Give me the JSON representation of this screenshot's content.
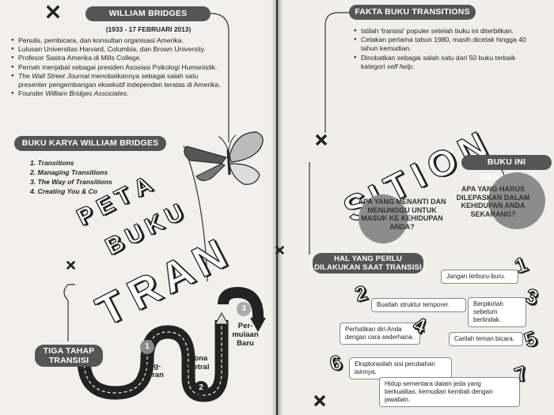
{
  "left": {
    "author_pill": "WILLIAM BRIDGES",
    "author_dates": "(1933 - 17 FEBRUARI 2013)",
    "bio": [
      {
        "pre": "Penulis, pembicara, dan konsultan organisasi Amerika.",
        "em": "",
        "post": ""
      },
      {
        "pre": "Lulusan Universitas Harvard, Columbia, dan Brown University.",
        "em": "",
        "post": ""
      },
      {
        "pre": "Profesor Sastra Amerika di Mills College.",
        "em": "",
        "post": ""
      },
      {
        "pre": "Pernah menjabat sebagai presiden Asosiasi Psikologi Humanistik.",
        "em": "",
        "post": ""
      },
      {
        "pre": "",
        "em": "The Wall Street Journal",
        "post": " menobatkannya sebagai salah satu presenter pengembangan eksekutif independen teratas di Amerika."
      },
      {
        "pre": "Founder ",
        "em": "William Bridges Associates",
        "post": "."
      }
    ],
    "books_pill": "BUKU KARYA WILLIAM BRIDGES",
    "books": [
      "1. Transitions",
      "2. Managing Transitions",
      "3. The Way of Transitions",
      "4. Creating You & Co"
    ],
    "title_word_1": [
      "P",
      "E",
      "T",
      "A"
    ],
    "title_word_2": [
      "B",
      "U",
      "K",
      "U"
    ],
    "title_word_3": [
      "T",
      "R",
      "A",
      "N"
    ],
    "stages_pill_line1": "TIGA TAHAP",
    "stages_pill_line2": "TRANSISI",
    "stages": [
      {
        "num": "1",
        "label_line1": "Peng-",
        "label_line2": "akhiran"
      },
      {
        "num": "2",
        "label_line1": "Zona",
        "label_line2": "Netral"
      },
      {
        "num": "3",
        "label_line1": "Per-",
        "label_line2": "mulaan",
        "label_line3": "Baru"
      }
    ]
  },
  "right": {
    "facts_pill": "FAKTA BUKU TRANSITIONS",
    "facts": [
      {
        "pre": "Istilah 'transisi' populer setelah buku ini diterbitkan.",
        "em": "",
        "post": ""
      },
      {
        "pre": "Cetakan pertama tahun 1980, masih dicetak hingga 40 tahun kemudian.",
        "em": "",
        "post": ""
      },
      {
        "pre": "Dinobatkan sebagai salah satu dari 50 buku terbaik kategori ",
        "em": "self help",
        "post": "."
      }
    ],
    "title_word": [
      "S",
      "I",
      "T",
      "I",
      "O",
      "N"
    ],
    "answers_pill": "BUKU INI MENJAWAB:",
    "question_1": "APA YANG MENANTI DAN MENUNGGU UNTUK MASUK KE KEHIDUPAN ANDA?",
    "question_2": "APA YANG HARUS DILEPASKAN DALAM KEHIDUPAN ANDA SEKARANG?",
    "todo_pill_line1": "HAL YANG PERLU",
    "todo_pill_line2": "DILAKUKAN SAAT TRANSISI",
    "todos": [
      {
        "num": "1",
        "text": "Jangan terburu-buru."
      },
      {
        "num": "2",
        "text": "Buatlah struktur temporer."
      },
      {
        "num": "3",
        "text": "Berpikirlah sebelum bertindak."
      },
      {
        "num": "4",
        "text": "Perhatikan diri Anda dengan cara sederhana."
      },
      {
        "num": "5",
        "text": "Carilah teman bicara."
      },
      {
        "num": "6",
        "text": "Eksplorasilah sisi perubahan lainnya."
      },
      {
        "num": "7",
        "text": "Hidup sementara dalam jeda yang berkualitas, kemudian kembali dengan jawaban."
      }
    ]
  },
  "icons": {
    "x_mark": "x-mark-icon",
    "butterfly": "butterfly-icon",
    "arrow": "arrow-down-icon"
  },
  "colors": {
    "pill": "#555555",
    "page": "#f1f0ec",
    "question_circle": "#8c8c8c",
    "ink": "#222222"
  }
}
